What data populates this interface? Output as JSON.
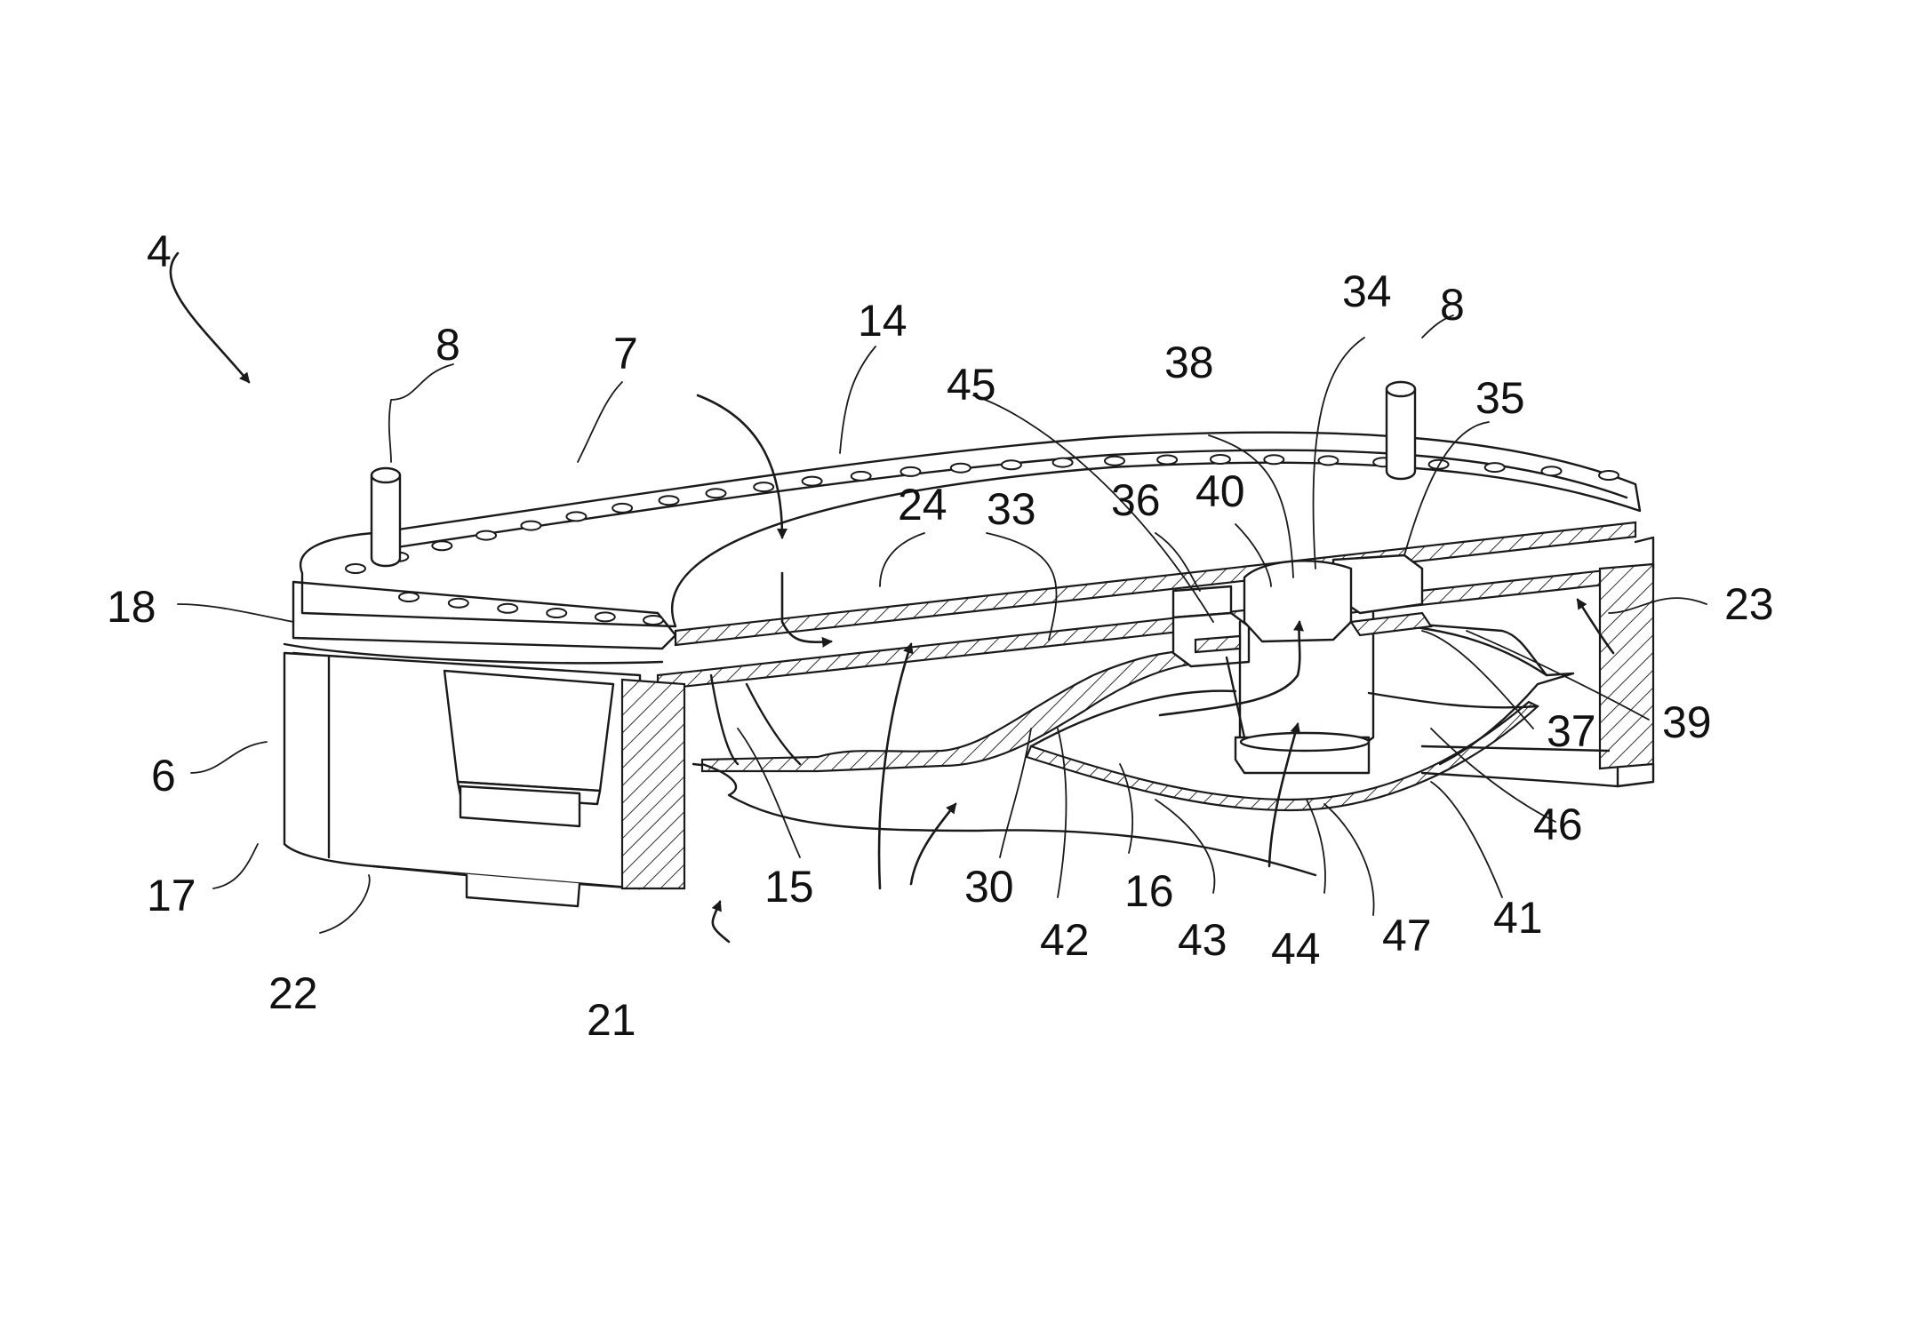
{
  "figure": {
    "reference_numerals": [
      {
        "id": "n4",
        "text": "4"
      },
      {
        "id": "n8a",
        "text": "8"
      },
      {
        "id": "n7",
        "text": "7"
      },
      {
        "id": "n14",
        "text": "14"
      },
      {
        "id": "n45",
        "text": "45"
      },
      {
        "id": "n24",
        "text": "24"
      },
      {
        "id": "n33",
        "text": "33"
      },
      {
        "id": "n36",
        "text": "36"
      },
      {
        "id": "n40",
        "text": "40"
      },
      {
        "id": "n38",
        "text": "38"
      },
      {
        "id": "n34",
        "text": "34"
      },
      {
        "id": "n8b",
        "text": "8"
      },
      {
        "id": "n35",
        "text": "35"
      },
      {
        "id": "n23",
        "text": "23"
      },
      {
        "id": "n18",
        "text": "18"
      },
      {
        "id": "n6",
        "text": "6"
      },
      {
        "id": "n17",
        "text": "17"
      },
      {
        "id": "n22",
        "text": "22"
      },
      {
        "id": "n21",
        "text": "21"
      },
      {
        "id": "n15",
        "text": "15"
      },
      {
        "id": "n30",
        "text": "30"
      },
      {
        "id": "n42",
        "text": "42"
      },
      {
        "id": "n16",
        "text": "16"
      },
      {
        "id": "n43",
        "text": "43"
      },
      {
        "id": "n44",
        "text": "44"
      },
      {
        "id": "n47",
        "text": "47"
      },
      {
        "id": "n41",
        "text": "41"
      },
      {
        "id": "n46",
        "text": "46"
      },
      {
        "id": "n37",
        "text": "37"
      },
      {
        "id": "n39",
        "text": "39"
      }
    ]
  }
}
